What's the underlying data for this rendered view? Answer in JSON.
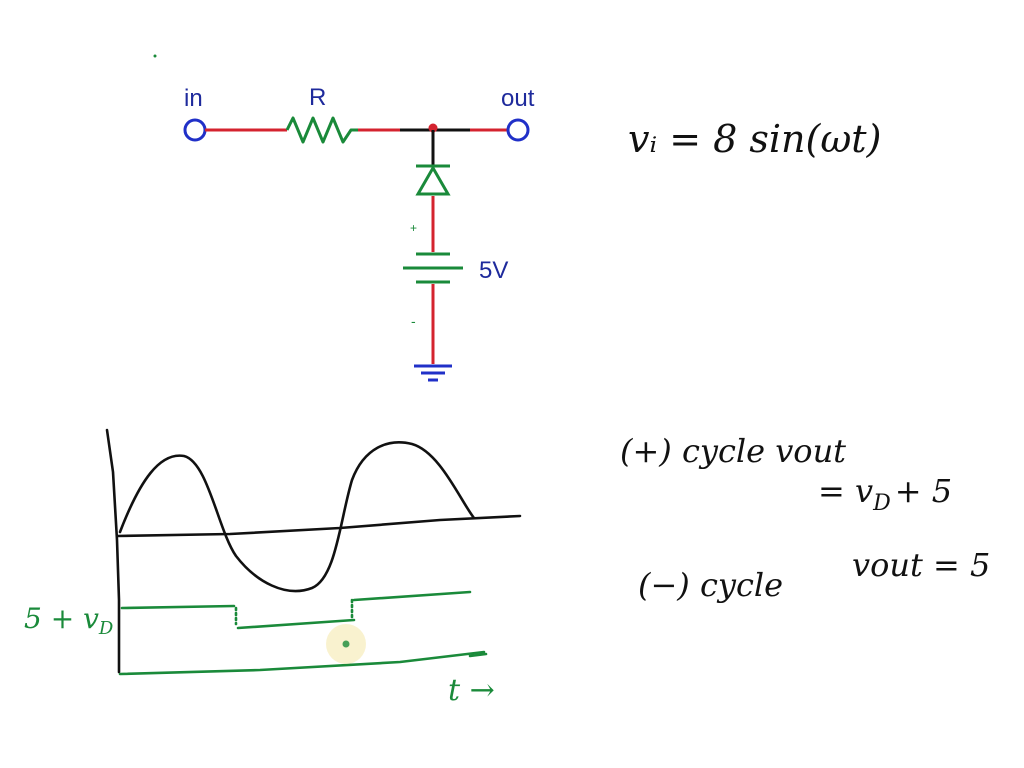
{
  "circuit": {
    "input_label": "in",
    "output_label": "out",
    "resistor_label": "R",
    "battery_label": "5V",
    "battery_plus": "+",
    "battery_minus": "-"
  },
  "notes": {
    "input_equation": "vᵢ = 8 sin(ωt)",
    "positive_cycle": "(+) cycle  vout",
    "positive_cycle_value": "= v",
    "positive_cycle_subscript": "D",
    "positive_cycle_tail": "+ 5",
    "negative_cycle": "(−) cycle",
    "negative_cycle_value": "vout = 5"
  },
  "sketch": {
    "level_label": "5 + v",
    "level_label_subscript": "D",
    "time_label": "t →"
  },
  "colors": {
    "wire": "#d4232f",
    "terminal": "#2030c8",
    "component": "#1a8a3a",
    "ink": "#111111",
    "green_ink": "#1a8a3a",
    "highlight": "#f4e7a8"
  }
}
